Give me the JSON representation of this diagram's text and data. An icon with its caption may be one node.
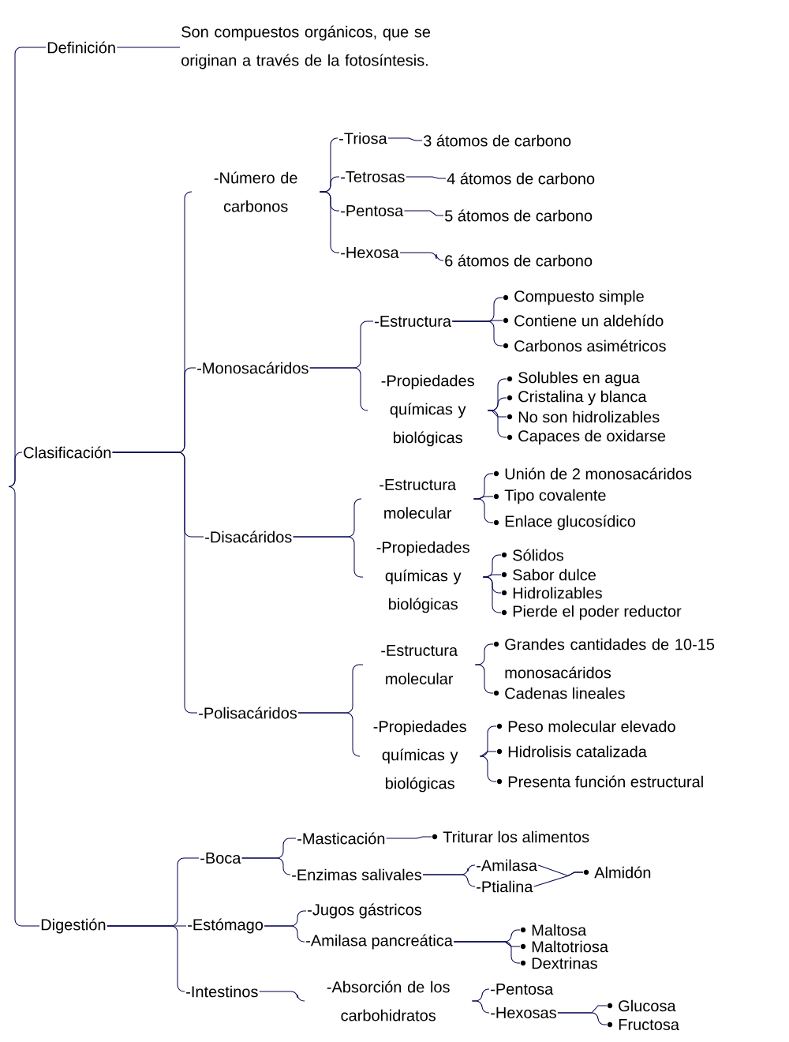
{
  "diagram": {
    "nodes": [
      {
        "text": [
          "Definición"
        ]
      },
      {
        "text": [
          "Son compuestos orgánicos, que se originan a través de la fotosíntesis."
        ]
      },
      {
        "text": [
          "Clasificación"
        ]
      },
      {
        "text": [
          "-Número de carbonos"
        ]
      },
      {
        "text": [
          "-Triosa"
        ]
      },
      {
        "text": [
          "3 átomos de carbono"
        ]
      },
      {
        "text": [
          "-Tetrosas"
        ]
      },
      {
        "text": [
          "4 átomos de carbono"
        ]
      },
      {
        "text": [
          "-Pentosa"
        ]
      },
      {
        "text": [
          "5 átomos de carbono"
        ]
      },
      {
        "text": [
          "-Hexosa"
        ]
      },
      {
        "text": [
          "6 átomos de carbono"
        ]
      },
      {
        "text": [
          "-Monosacáridos"
        ]
      },
      {
        "text": [
          "-Estructura"
        ]
      },
      {
        "text": [
          "Compuesto simple"
        ]
      },
      {
        "text": [
          "Contiene un aldehído"
        ]
      },
      {
        "text": [
          "Carbonos asimétricos"
        ]
      },
      {
        "text": [
          "-Propiedades químicas y biológicas"
        ]
      },
      {
        "text": [
          "Solubles en agua"
        ]
      },
      {
        "text": [
          "Cristalina y blanca"
        ]
      },
      {
        "text": [
          "No son hidrolizables"
        ]
      },
      {
        "text": [
          "Capaces de oxidarse"
        ]
      },
      {
        "text": [
          "-Disacáridos"
        ]
      },
      {
        "text": [
          "-Estructura molecular"
        ]
      },
      {
        "text": [
          "Unión de 2 monosacáridos"
        ]
      },
      {
        "text": [
          "Tipo covalente"
        ]
      },
      {
        "text": [
          "Enlace glucosídico"
        ]
      },
      {
        "text": [
          "-Propiedades químicas y biológicas"
        ]
      },
      {
        "text": [
          "Sólidos"
        ]
      },
      {
        "text": [
          "Sabor dulce"
        ]
      },
      {
        "text": [
          "Hidrolizables"
        ]
      },
      {
        "text": [
          "Pierde el poder reductor"
        ]
      },
      {
        "text": [
          "-Polisacáridos"
        ]
      },
      {
        "text": [
          "-Estructura molecular"
        ]
      },
      {
        "text": [
          "Grandes cantidades de 10-15 monosacáridos"
        ]
      },
      {
        "text": [
          "Cadenas lineales"
        ]
      },
      {
        "text": [
          "-Propiedades químicas y biológicas"
        ]
      },
      {
        "text": [
          "Peso molecular elevado"
        ]
      },
      {
        "text": [
          "Hidrolisis catalizada"
        ]
      },
      {
        "text": [
          "Presenta función estructural"
        ]
      },
      {
        "text": [
          "Digestión"
        ]
      },
      {
        "text": [
          "-Boca"
        ]
      },
      {
        "text": [
          "-Masticación"
        ]
      },
      {
        "text": [
          "Triturar los alimentos"
        ]
      },
      {
        "text": [
          "-Enzimas salivales"
        ]
      },
      {
        "text": [
          "-Amilasa"
        ]
      },
      {
        "text": [
          "-Ptialina"
        ]
      },
      {
        "text": [
          "Almidón"
        ]
      },
      {
        "text": [
          "-Estómago"
        ]
      },
      {
        "text": [
          "-Jugos gástricos"
        ]
      },
      {
        "text": [
          "-Amilasa pancreática"
        ]
      },
      {
        "text": [
          "Maltosa"
        ]
      },
      {
        "text": [
          "Maltotriosa"
        ]
      },
      {
        "text": [
          "Dextrinas"
        ]
      },
      {
        "text": [
          "-Intestinos"
        ]
      },
      {
        "text": [
          "-Absorción de los carbohidratos"
        ]
      },
      {
        "text": [
          "-Pentosa"
        ]
      },
      {
        "text": [
          "-Hexosas"
        ]
      },
      {
        "text": [
          "Glucosa"
        ]
      },
      {
        "text": [
          "Fructosa"
        ]
      }
    ],
    "edges": [
      {
        "from": null,
        "to": 0,
        "arrow": "none"
      },
      {
        "from": null,
        "to": 2,
        "arrow": "none"
      },
      {
        "from": null,
        "to": 40,
        "arrow": "none"
      },
      {
        "from": 0,
        "to": 1,
        "arrow": "none"
      },
      {
        "from": 2,
        "to": 3,
        "arrow": "none"
      },
      {
        "from": 2,
        "to": 12,
        "arrow": "none"
      },
      {
        "from": 2,
        "to": 22,
        "arrow": "none"
      },
      {
        "from": 2,
        "to": 32,
        "arrow": "none"
      },
      {
        "from": 3,
        "to": 4,
        "arrow": "none"
      },
      {
        "from": 3,
        "to": 6,
        "arrow": "none"
      },
      {
        "from": 3,
        "to": 8,
        "arrow": "none"
      },
      {
        "from": 3,
        "to": 10,
        "arrow": "none"
      },
      {
        "from": 4,
        "to": 5,
        "arrow": "none"
      },
      {
        "from": 6,
        "to": 7,
        "arrow": "none"
      },
      {
        "from": 8,
        "to": 9,
        "arrow": "none"
      },
      {
        "from": 10,
        "to": 11,
        "arrow": "none"
      },
      {
        "from": 12,
        "to": 13,
        "arrow": "none"
      },
      {
        "from": 12,
        "to": 17,
        "arrow": "none"
      },
      {
        "from": 13,
        "to": 14,
        "arrow": "none"
      },
      {
        "from": 13,
        "to": 15,
        "arrow": "none"
      },
      {
        "from": 13,
        "to": 16,
        "arrow": "none"
      },
      {
        "from": 17,
        "to": 18,
        "arrow": "none"
      },
      {
        "from": 17,
        "to": 19,
        "arrow": "none"
      },
      {
        "from": 17,
        "to": 20,
        "arrow": "none"
      },
      {
        "from": 17,
        "to": 21,
        "arrow": "none"
      },
      {
        "from": 22,
        "to": 23,
        "arrow": "none"
      },
      {
        "from": 22,
        "to": 27,
        "arrow": "none"
      },
      {
        "from": 23,
        "to": 24,
        "arrow": "none"
      },
      {
        "from": 23,
        "to": 25,
        "arrow": "none"
      },
      {
        "from": 23,
        "to": 26,
        "arrow": "none"
      },
      {
        "from": 27,
        "to": 28,
        "arrow": "none"
      },
      {
        "from": 27,
        "to": 29,
        "arrow": "none"
      },
      {
        "from": 27,
        "to": 30,
        "arrow": "none"
      },
      {
        "from": 27,
        "to": 31,
        "arrow": "none"
      },
      {
        "from": 32,
        "to": 33,
        "arrow": "none"
      },
      {
        "from": 32,
        "to": 36,
        "arrow": "none"
      },
      {
        "from": 33,
        "to": 34,
        "arrow": "none"
      },
      {
        "from": 33,
        "to": 35,
        "arrow": "none"
      },
      {
        "from": 36,
        "to": 37,
        "arrow": "none"
      },
      {
        "from": 36,
        "to": 38,
        "arrow": "none"
      },
      {
        "from": 36,
        "to": 39,
        "arrow": "none"
      },
      {
        "from": 40,
        "to": 41,
        "arrow": "none"
      },
      {
        "from": 40,
        "to": 48,
        "arrow": "none"
      },
      {
        "from": 40,
        "to": 54,
        "arrow": "none"
      },
      {
        "from": 41,
        "to": 42,
        "arrow": "none"
      },
      {
        "from": 41,
        "to": 44,
        "arrow": "none"
      },
      {
        "from": 42,
        "to": 43,
        "arrow": "none"
      },
      {
        "from": 44,
        "to": 45,
        "arrow": "none"
      },
      {
        "from": 44,
        "to": 46,
        "arrow": "none"
      },
      {
        "from": 45,
        "to": 47,
        "arrow": "none"
      },
      {
        "from": 46,
        "to": 47,
        "arrow": "none"
      },
      {
        "from": 48,
        "to": 49,
        "arrow": "none"
      },
      {
        "from": 48,
        "to": 50,
        "arrow": "none"
      },
      {
        "from": 50,
        "to": 51,
        "arrow": "none"
      },
      {
        "from": 50,
        "to": 52,
        "arrow": "none"
      },
      {
        "from": 50,
        "to": 53,
        "arrow": "none"
      },
      {
        "from": 54,
        "to": 55,
        "arrow": "none"
      },
      {
        "from": 55,
        "to": 56,
        "arrow": "none"
      },
      {
        "from": 55,
        "to": 57,
        "arrow": "none"
      },
      {
        "from": 57,
        "to": 58,
        "arrow": "none"
      },
      {
        "from": 57,
        "to": 59,
        "arrow": "none"
      }
    ]
  }
}
